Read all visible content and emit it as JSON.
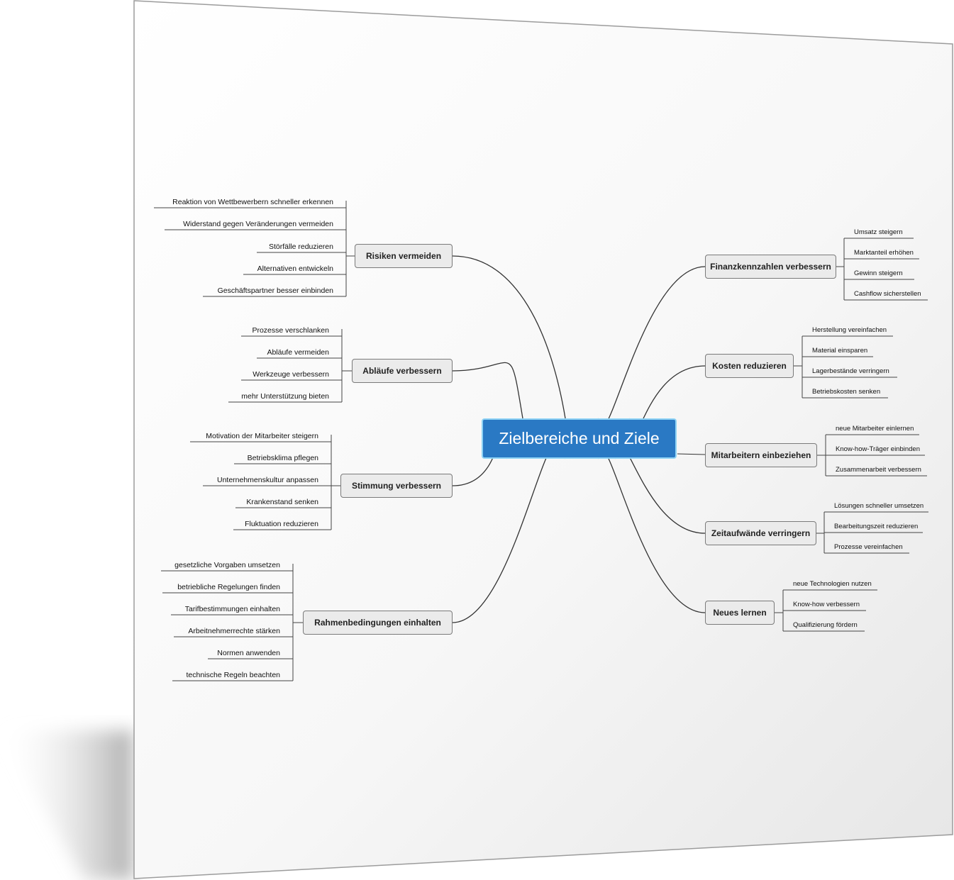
{
  "center": "Zielbereiche und Ziele",
  "left": [
    {
      "title": "Risiken vermeiden",
      "items": [
        "Reaktion von Wettbewerbern schneller erkennen",
        "Widerstand gegen Veränderungen vermeiden",
        "Störfälle reduzieren",
        "Alternativen entwickeln",
        "Geschäftspartner besser einbinden"
      ]
    },
    {
      "title": "Abläufe verbessern",
      "items": [
        "Prozesse verschlanken",
        "Abläufe vermeiden",
        "Werkzeuge verbessern",
        "mehr Unterstützung bieten"
      ]
    },
    {
      "title": "Stimmung verbessern",
      "items": [
        "Motivation der Mitarbeiter steigern",
        "Betriebsklima pflegen",
        "Unternehmenskultur anpassen",
        "Krankenstand senken",
        "Fluktuation reduzieren"
      ]
    },
    {
      "title": "Rahmenbedingungen einhalten",
      "items": [
        "gesetzliche Vorgaben umsetzen",
        "betriebliche Regelungen finden",
        "Tarifbestimmungen einhalten",
        "Arbeitnehmerrechte stärken",
        "Normen anwenden",
        "technische Regeln beachten"
      ]
    }
  ],
  "right": [
    {
      "title": "Finanzkennzahlen verbessern",
      "items": [
        "Umsatz steigern",
        "Marktanteil erhöhen",
        "Gewinn steigern",
        "Cashflow sicherstellen"
      ]
    },
    {
      "title": "Kosten reduzieren",
      "items": [
        "Herstellung vereinfachen",
        "Material einsparen",
        "Lagerbestände verringern",
        "Betriebskosten senken"
      ]
    },
    {
      "title": "Mitarbeitern einbeziehen",
      "items": [
        "neue Mitarbeiter einlernen",
        "Know-how-Träger einbinden",
        "Zusammenarbeit verbessern"
      ]
    },
    {
      "title": "Zeitaufwände verringern",
      "items": [
        "Lösungen schneller umsetzen",
        "Bearbeitungszeit reduzieren",
        "Prozesse vereinfachen"
      ]
    },
    {
      "title": "Neues lernen",
      "items": [
        "neue Technologien nutzen",
        "Know-how verbessern",
        "Qualifizierung fördern"
      ]
    }
  ]
}
